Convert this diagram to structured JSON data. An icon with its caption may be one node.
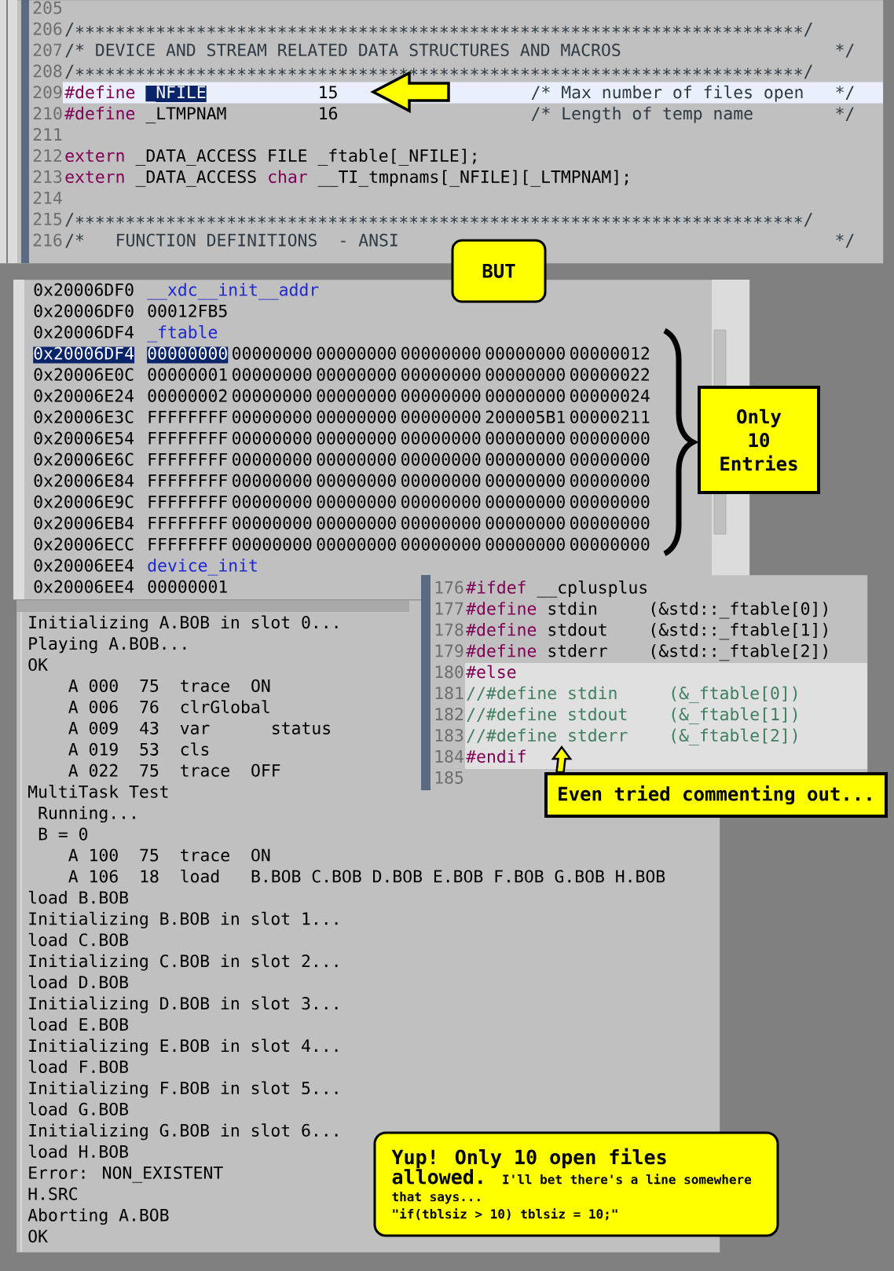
{
  "diagram": {
    "nodes": [
      {
        "text": [
          "205",
          "206",
          "/∗∗∗∗∗∗∗∗∗∗∗∗∗∗∗∗∗∗∗∗∗∗∗∗∗∗∗∗∗∗∗∗∗∗∗∗∗∗∗∗∗∗∗∗∗∗∗∗∗∗∗∗∗∗∗∗∗∗∗∗∗∗∗∗∗∗∗∗∗∗∗∗/",
          "207",
          "/* DEVICE AND STREAM RELATED DATA STRUCTURES AND MACROS",
          "*/",
          "208",
          "/∗∗∗∗∗∗∗∗∗∗∗∗∗∗∗∗∗∗∗∗∗∗∗∗∗∗∗∗∗∗∗∗∗∗∗∗∗∗∗∗∗∗∗∗∗∗∗∗∗∗∗∗∗∗∗∗∗∗∗∗∗∗∗∗∗∗∗∗∗∗∗∗/",
          "209",
          "#define",
          "_NFILE",
          "15",
          "/* Max number of files open",
          "*/",
          "210",
          "#define",
          "_LTMPNAM",
          "16",
          "/* Length of temp name",
          "*/",
          "211",
          "212",
          "extern",
          "_DATA_ACCESS FILE _ftable[_NFILE];",
          "213",
          "extern",
          "_DATA_ACCESS",
          "char",
          "__TI_tmpnams[_NFILE][_LTMPNAM];",
          "214",
          "215",
          "/∗∗∗∗∗∗∗∗∗∗∗∗∗∗∗∗∗∗∗∗∗∗∗∗∗∗∗∗∗∗∗∗∗∗∗∗∗∗∗∗∗∗∗∗∗∗∗∗∗∗∗∗∗∗∗∗∗∗∗∗∗∗∗∗∗∗∗∗∗∗∗∗/",
          "216",
          "/*",
          "FUNCTION DEFINITIONS",
          "- ANSI",
          "*/"
        ]
      },
      {
        "text": [
          "BUT"
        ]
      },
      {
        "text": [
          "0x20006DF0",
          "__xdc__init__addr",
          "0x20006DF0",
          "00012FB5",
          "0x20006DF4",
          "_ftable",
          "0x20006DF4",
          "00000000",
          "00000000",
          "00000000",
          "00000000",
          "00000000",
          "00000012",
          "0x20006E0C",
          "00000001",
          "00000000",
          "00000000",
          "00000000",
          "00000000",
          "00000022",
          "0x20006E24",
          "00000002",
          "00000000",
          "00000000",
          "00000000",
          "00000000",
          "00000024",
          "0x20006E3C",
          "FFFFFFFF",
          "00000000",
          "00000000",
          "00000000",
          "200005B1",
          "00000211",
          "0x20006E54",
          "FFFFFFFF",
          "00000000",
          "00000000",
          "00000000",
          "00000000",
          "00000000",
          "0x20006E6C",
          "FFFFFFFF",
          "00000000",
          "00000000",
          "00000000",
          "00000000",
          "00000000",
          "0x20006E84",
          "FFFFFFFF",
          "00000000",
          "00000000",
          "00000000",
          "00000000",
          "00000000",
          "0x20006E9C",
          "FFFFFFFF",
          "00000000",
          "00000000",
          "00000000",
          "00000000",
          "00000000",
          "0x20006EB4",
          "FFFFFFFF",
          "00000000",
          "00000000",
          "00000000",
          "00000000",
          "00000000",
          "0x20006ECC",
          "FFFFFFFF",
          "00000000",
          "00000000",
          "00000000",
          "00000000",
          "00000000",
          "0x20006EE4",
          "device_init",
          "0x20006EE4",
          "00000001"
        ]
      },
      {
        "text": [
          "Only 10 Entries"
        ]
      },
      {
        "text": [
          "176",
          "#ifdef",
          "__cplusplus",
          "177",
          "#define",
          "stdin",
          "(&std::_ftable[0])",
          "178",
          "#define",
          "stdout",
          "(&std::_ftable[1])",
          "179",
          "#define",
          "stderr",
          "(&std::_ftable[2])",
          "180",
          "#else",
          "181",
          "//#define stdin",
          "(&_ftable[0])",
          "182",
          "//#define stdout",
          "(&_ftable[1])",
          "183",
          "//#define stderr",
          "(&_ftable[2])",
          "184",
          "#endif",
          "185"
        ]
      },
      {
        "text": [
          "Even tried commenting out..."
        ]
      },
      {
        "text": [
          "Initializing A.BOB in slot 0...",
          "Playing A.BOB...",
          "OK",
          "A 000",
          "75",
          "trace",
          "ON",
          "A 006",
          "76",
          "clrGlobal",
          "A 009",
          "43",
          "var",
          "status",
          "A 019",
          "53",
          "cls",
          "A 022",
          "75",
          "trace",
          "OFF",
          "MultiTask Test",
          "Running...",
          "B = 0",
          "A 100",
          "75",
          "trace",
          "ON",
          "A 106",
          "18",
          "load",
          "B.BOB C.BOB D.BOB E.BOB F.BOB G.BOB H.BOB",
          "load B.BOB",
          "Initializing B.BOB in slot 1...",
          "load C.BOB",
          "Initializing C.BOB in slot 2...",
          "load D.BOB",
          "Initializing D.BOB in slot 3...",
          "load E.BOB",
          "Initializing E.BOB in slot 4...",
          "load F.BOB",
          "Initializing F.BOB in slot 5...",
          "load G.BOB",
          "Initializing G.BOB in slot 6...",
          "load H.BOB",
          "Error: NON_EXISTENT",
          "H.SRC",
          "Aborting A.BOB",
          "OK"
        ]
      },
      {
        "text": [
          "Yup! Only 10 open files allowed.",
          "I'll bet there's a line somewhere that says...",
          "\"if(tblsiz > 10) tblsiz = 10;\""
        ]
      }
    ],
    "edges": [
      {
        "from": null,
        "to": 0,
        "arrow": "to"
      },
      {
        "from": 5,
        "to": 4,
        "arrow": "to"
      }
    ]
  }
}
